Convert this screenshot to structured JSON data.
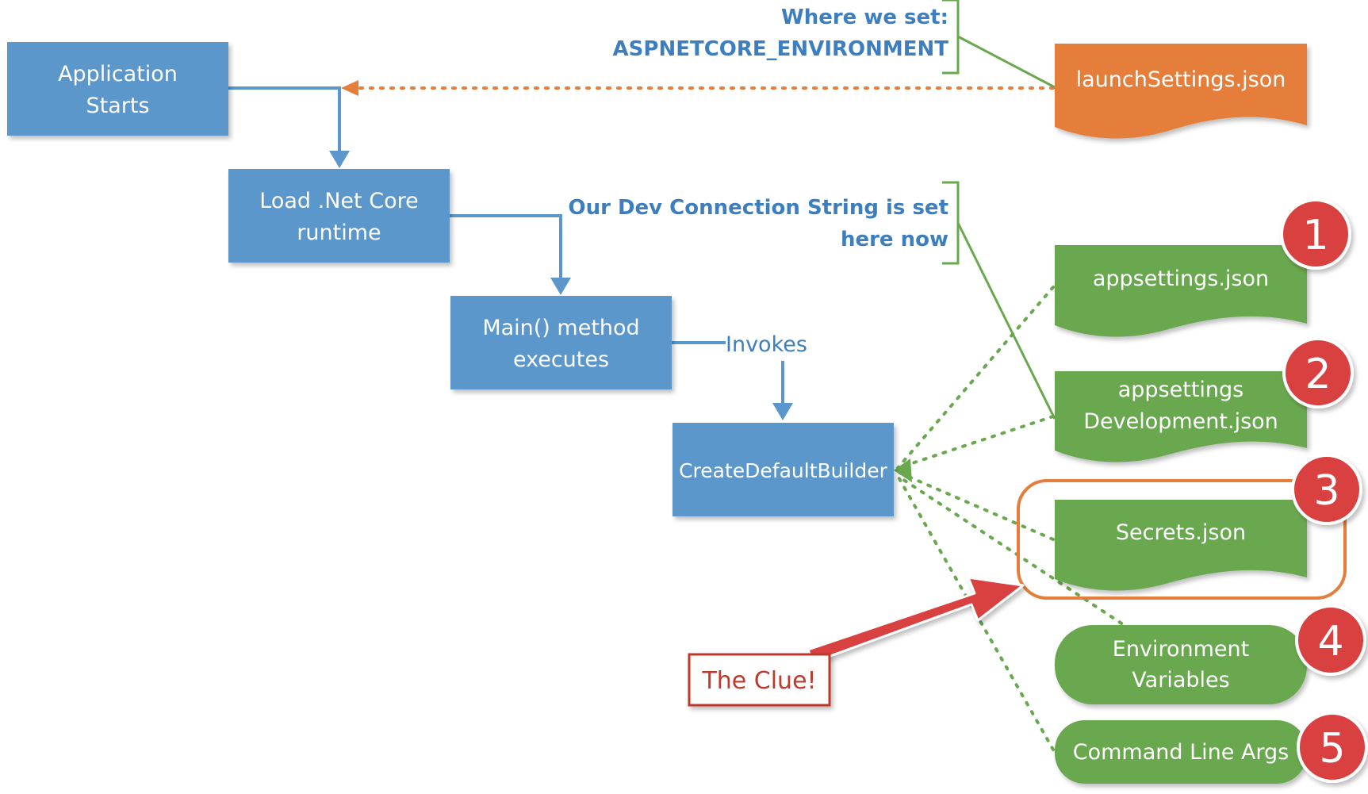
{
  "flow": {
    "app_starts": [
      "Application",
      "Starts"
    ],
    "load_runtime": [
      "Load .Net Core",
      "runtime"
    ],
    "main_method": [
      "Main() method",
      "executes"
    ],
    "create_default_builder": "CreateDefaultBuilder",
    "invokes_label": "Invokes"
  },
  "annotations": {
    "env_setting": [
      "Where we set:",
      "ASPNETCORE_ENVIRONMENT"
    ],
    "dev_connection": [
      "Our Dev Connection String is set",
      "here now"
    ]
  },
  "config_sources": [
    {
      "lines": [
        "launchSettings.json"
      ]
    },
    {
      "lines": [
        "appsettings.json"
      ],
      "number": "1"
    },
    {
      "lines": [
        "appsettings",
        "Development.json"
      ],
      "number": "2"
    },
    {
      "lines": [
        "Secrets.json"
      ],
      "number": "3"
    },
    {
      "lines": [
        "Environment",
        "Variables"
      ],
      "number": "4"
    },
    {
      "lines": [
        "Command Line Args"
      ],
      "number": "5"
    }
  ],
  "callout": {
    "label": "The Clue!"
  },
  "colors": {
    "flow_box": "#5b97cc",
    "launch_settings": "#e67e3b",
    "config_source": "#6aa84f",
    "badge": "#d9413f",
    "annotation_text": "#3d7ebf",
    "highlight": "#e67e3b",
    "clue_arrow": "#d9413f"
  }
}
